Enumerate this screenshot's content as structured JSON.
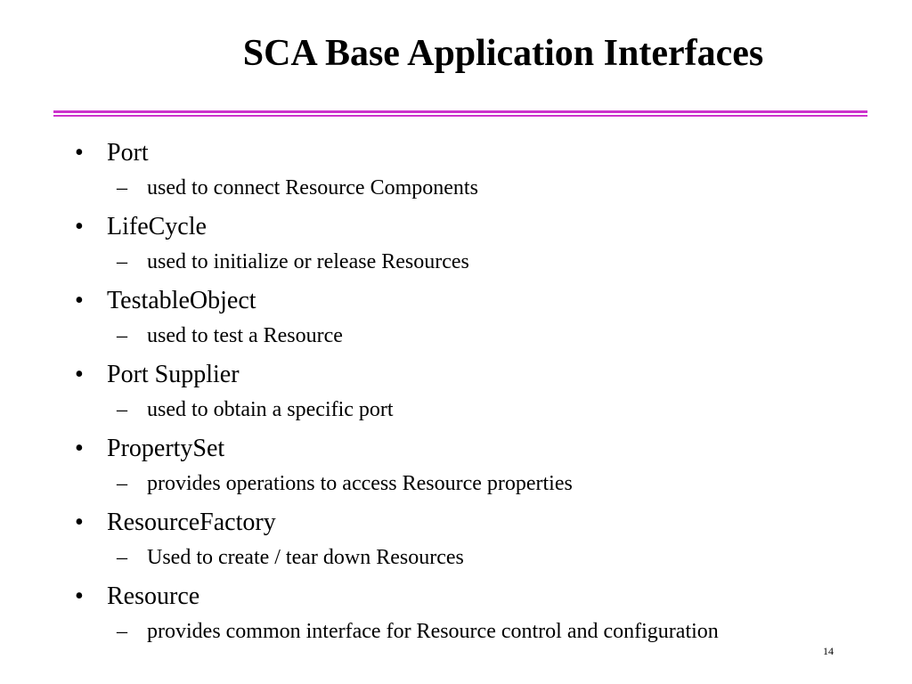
{
  "slide": {
    "title": "SCA Base Application Interfaces",
    "page_number": "14",
    "accent_color": "#cc33cc"
  },
  "bullets": [
    {
      "label": "Port",
      "sub": "used to connect Resource Components"
    },
    {
      "label": "LifeCycle",
      "sub": "used to initialize or release Resources"
    },
    {
      "label": "TestableObject",
      "sub": "used to test a Resource"
    },
    {
      "label": "Port Supplier",
      "sub": "used to obtain a specific port"
    },
    {
      "label": "PropertySet",
      "sub": "provides operations to access Resource properties"
    },
    {
      "label": "ResourceFactory",
      "sub": "Used to create / tear down Resources"
    },
    {
      "label": "Resource",
      "sub": "provides common interface for Resource control and configuration"
    }
  ],
  "glyphs": {
    "bullet": "•",
    "dash": "–"
  }
}
